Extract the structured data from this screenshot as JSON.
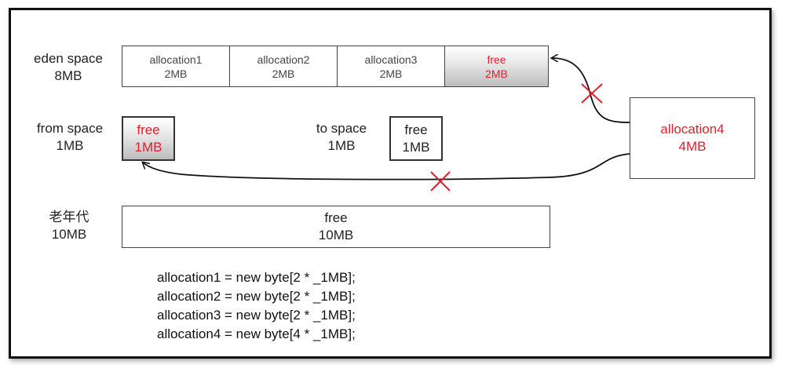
{
  "eden": {
    "label": "eden space",
    "size": "8MB"
  },
  "eden_blocks": [
    {
      "name": "allocation1",
      "size": "2MB"
    },
    {
      "name": "allocation2",
      "size": "2MB"
    },
    {
      "name": "allocation3",
      "size": "2MB"
    },
    {
      "name": "free",
      "size": "2MB"
    }
  ],
  "from_space": {
    "label": "from space",
    "size": "1MB",
    "block_name": "free",
    "block_size": "1MB"
  },
  "to_space": {
    "label": "to space",
    "size": "1MB",
    "block_name": "free",
    "block_size": "1MB"
  },
  "old_gen": {
    "label": "老年代",
    "size": "10MB",
    "block_name": "free",
    "block_size": "10MB"
  },
  "allocation4": {
    "name": "allocation4",
    "size": "4MB"
  },
  "code_lines": [
    "allocation1 = new byte[2 * _1MB];",
    "allocation2 = new byte[2 * _1MB];",
    "allocation3 = new byte[2 * _1MB];",
    "allocation4 = new byte[4 * _1MB];"
  ],
  "colors": {
    "accent_red": "#e0202a",
    "grey_fill": "#bdbdbd"
  }
}
